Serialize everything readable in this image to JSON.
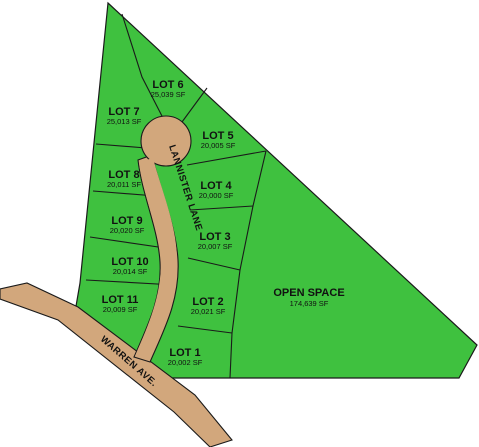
{
  "colors": {
    "land": "#3fc13f",
    "road": "#d2a77c",
    "lines": "#1a1a1a",
    "text": "#111111",
    "background": "#ffffff"
  },
  "lots": [
    {
      "id": "lot-6",
      "name": "LOT 6",
      "area": "25,039 SF"
    },
    {
      "id": "lot-7",
      "name": "LOT 7",
      "area": "25,013 SF"
    },
    {
      "id": "lot-5",
      "name": "LOT 5",
      "area": "20,005 SF"
    },
    {
      "id": "lot-8",
      "name": "LOT 8",
      "area": "20,011 SF"
    },
    {
      "id": "lot-4",
      "name": "LOT 4",
      "area": "20,000 SF"
    },
    {
      "id": "lot-9",
      "name": "LOT 9",
      "area": "20,020 SF"
    },
    {
      "id": "lot-3",
      "name": "LOT 3",
      "area": "20,007 SF"
    },
    {
      "id": "lot-10",
      "name": "LOT 10",
      "area": "20,014 SF"
    },
    {
      "id": "lot-11",
      "name": "LOT 11",
      "area": "20,009 SF"
    },
    {
      "id": "lot-2",
      "name": "LOT 2",
      "area": "20,021 SF"
    },
    {
      "id": "lot-1",
      "name": "LOT 1",
      "area": "20,002 SF"
    }
  ],
  "open_space": {
    "name": "OPEN SPACE",
    "area": "174,639 SF"
  },
  "streets": {
    "lane": "LANNISTER LANE",
    "avenue": "WARREN AVE."
  }
}
